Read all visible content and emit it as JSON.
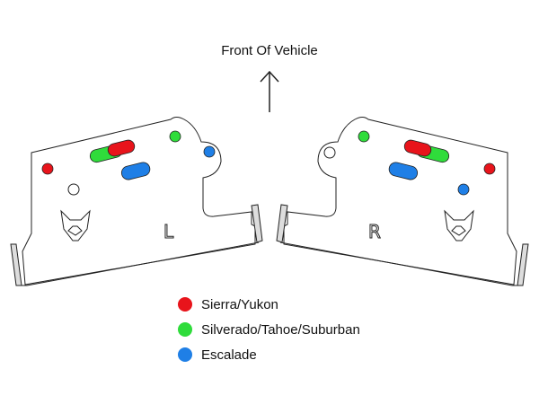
{
  "header": {
    "title": "Front Of Vehicle"
  },
  "plates": {
    "left_letter": "L",
    "right_letter": "R"
  },
  "colors": {
    "red": "#e8141b",
    "green": "#2fdc3b",
    "blue": "#1f7fe6",
    "outline": "#222222",
    "hole": "#ffffff"
  },
  "legend": [
    {
      "label": "Sierra/Yukon",
      "color": "#e8141b"
    },
    {
      "label": "Silverado/Tahoe/Suburban",
      "color": "#2fdc3b"
    },
    {
      "label": "Escalade",
      "color": "#1f7fe6"
    }
  ]
}
